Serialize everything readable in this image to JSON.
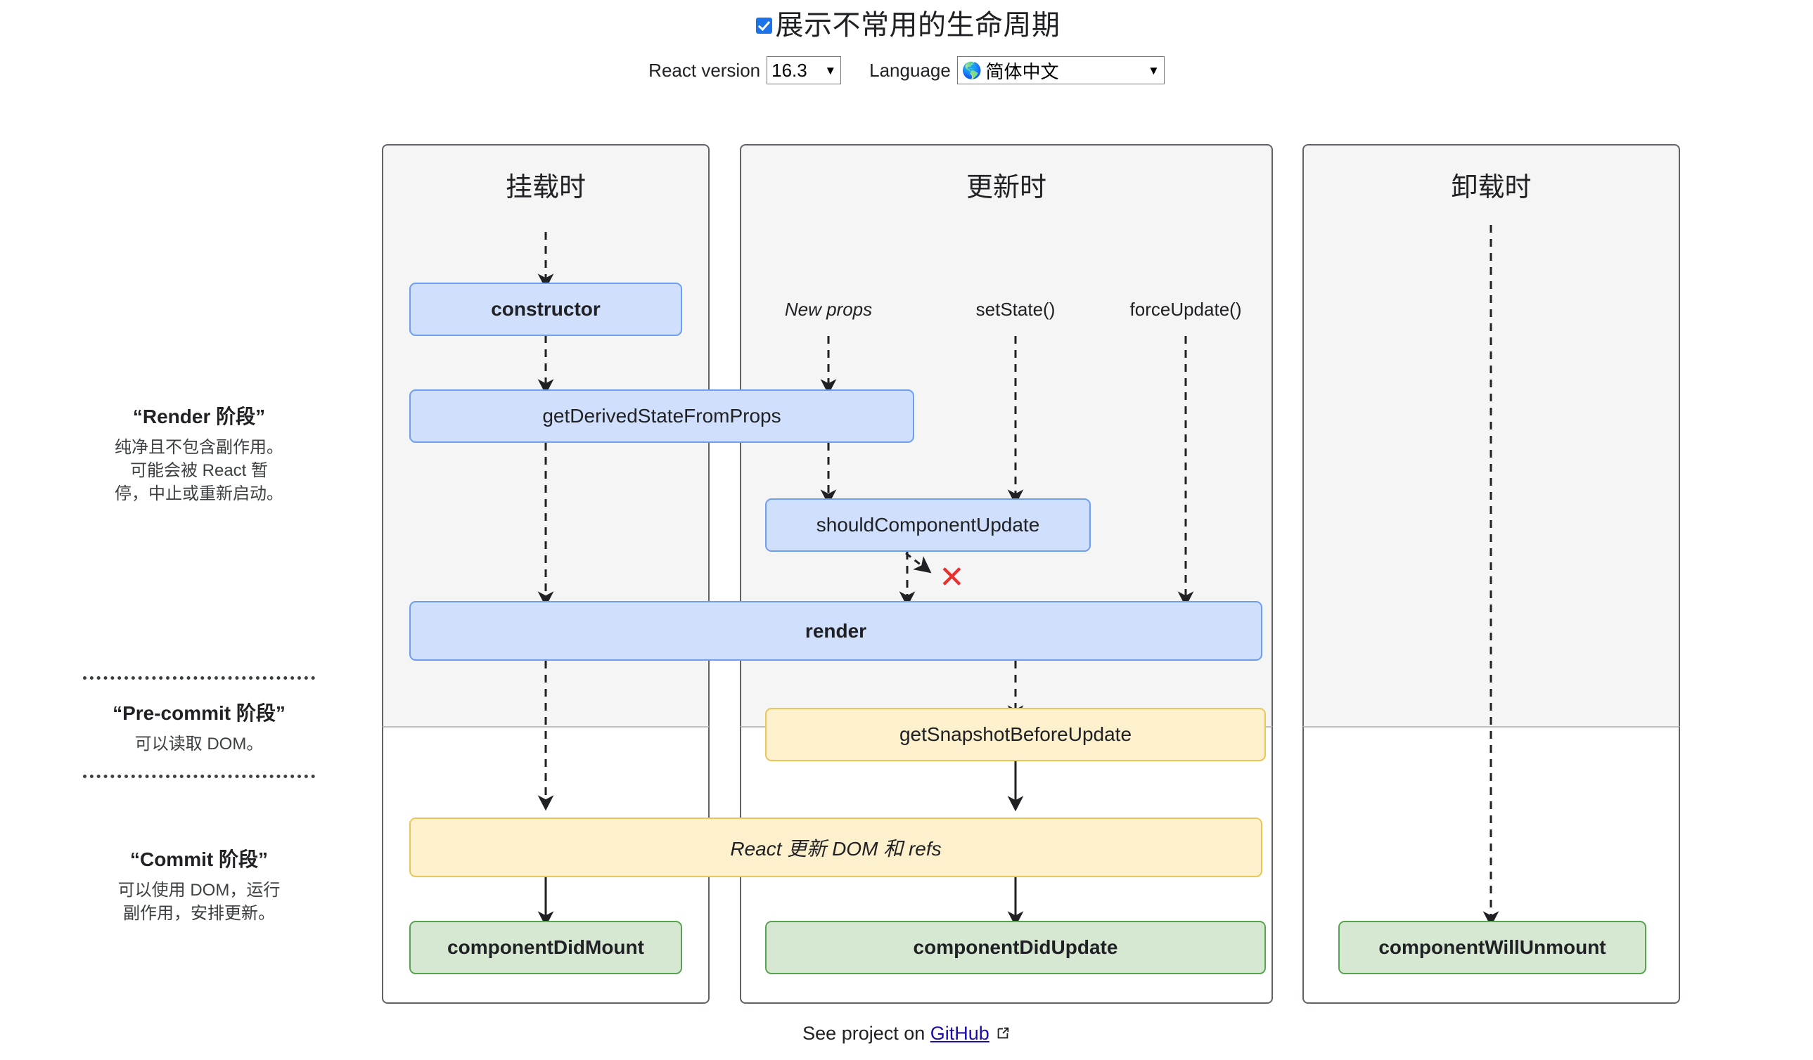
{
  "header": {
    "checkbox_label": "展示不常用的生命周期",
    "checkbox_checked": true,
    "react_version_label": "React version",
    "react_version_value": "16.3",
    "language_label": "Language",
    "language_value": "简体中文",
    "globe_icon": "globe-icon",
    "caret_icon": "chevron-down-icon"
  },
  "sidebar": {
    "phases": [
      {
        "title": "“Render 阶段”",
        "desc_line1": "纯净且不包含副作用。",
        "desc_line2": "可能会被 React 暂",
        "desc_line3": "停，中止或重新启动。"
      },
      {
        "title": "“Pre-commit 阶段”",
        "desc_line1": "可以读取 DOM。"
      },
      {
        "title": "“Commit 阶段”",
        "desc_line1": "可以使用 DOM，运行",
        "desc_line2": "副作用，安排更新。"
      }
    ]
  },
  "columns": [
    {
      "id": "mounting",
      "title": "挂载时"
    },
    {
      "id": "updating",
      "title": "更新时"
    },
    {
      "id": "unmounting",
      "title": "卸载时"
    }
  ],
  "triggers": [
    {
      "label": "New props",
      "italic": true
    },
    {
      "label": "setState()",
      "italic": false
    },
    {
      "label": "forceUpdate()",
      "italic": false
    }
  ],
  "nodes": {
    "constructor": "constructor",
    "getDerivedStateFromProps": "getDerivedStateFromProps",
    "shouldComponentUpdate": "shouldComponentUpdate",
    "render": "render",
    "getSnapshotBeforeUpdate": "getSnapshotBeforeUpdate",
    "reactUpdatesDom": "React 更新 DOM 和 refs",
    "componentDidMount": "componentDidMount",
    "componentDidUpdate": "componentDidUpdate",
    "componentWillUnmount": "componentWillUnmount"
  },
  "annotations": {
    "bailout_icon": "red-x-icon",
    "bailout_color": "#e8312f"
  },
  "footer": {
    "text_before": "See project on ",
    "link_label": "GitHub",
    "external_icon": "external-link-icon"
  },
  "colors": {
    "blue_fill": "#cfdffc",
    "blue_border": "#6e9ef0",
    "yellow_fill": "#fcf0cd",
    "yellow_border": "#e8c65a",
    "green_fill": "#d6e8d2",
    "green_border": "#58a34f",
    "panel_fill": "#f5f5f5",
    "panel_border": "#5f6368",
    "link": "#1a0dab",
    "accent": "#1a73e8"
  }
}
